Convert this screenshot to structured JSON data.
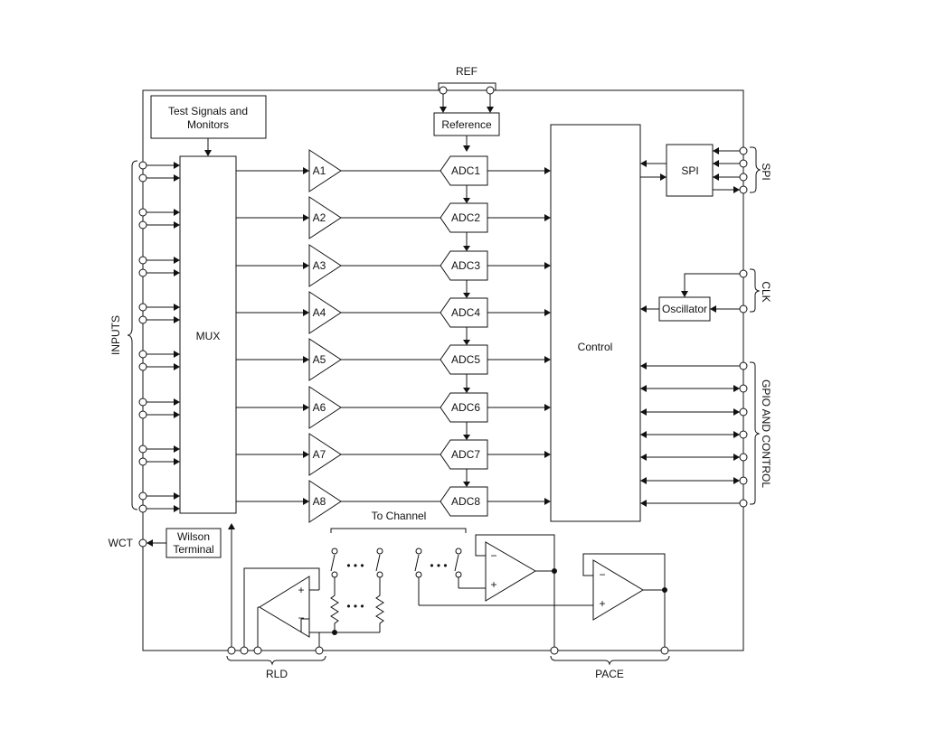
{
  "labels": {
    "ref": "REF",
    "reference": "Reference",
    "test_signals": [
      "Test Signals and",
      "Monitors"
    ],
    "mux": "MUX",
    "control": "Control",
    "spi_block": "SPI",
    "spi_group": "SPI",
    "oscillator": "Oscillator",
    "clk": "CLK",
    "gpio": "GPIO AND CONTROL",
    "inputs": "INPUTS",
    "wct": "WCT",
    "wilson": [
      "Wilson",
      "Terminal"
    ],
    "to_channel": "To Channel",
    "rld": "RLD",
    "pace": "PACE",
    "ellipsis": "• • •",
    "plus": "+",
    "minus": "−"
  },
  "channels": [
    {
      "amp": "A1",
      "adc": "ADC1"
    },
    {
      "amp": "A2",
      "adc": "ADC2"
    },
    {
      "amp": "A3",
      "adc": "ADC3"
    },
    {
      "amp": "A4",
      "adc": "ADC4"
    },
    {
      "amp": "A5",
      "adc": "ADC5"
    },
    {
      "amp": "A6",
      "adc": "ADC6"
    },
    {
      "amp": "A7",
      "adc": "ADC7"
    },
    {
      "amp": "A8",
      "adc": "ADC8"
    }
  ]
}
